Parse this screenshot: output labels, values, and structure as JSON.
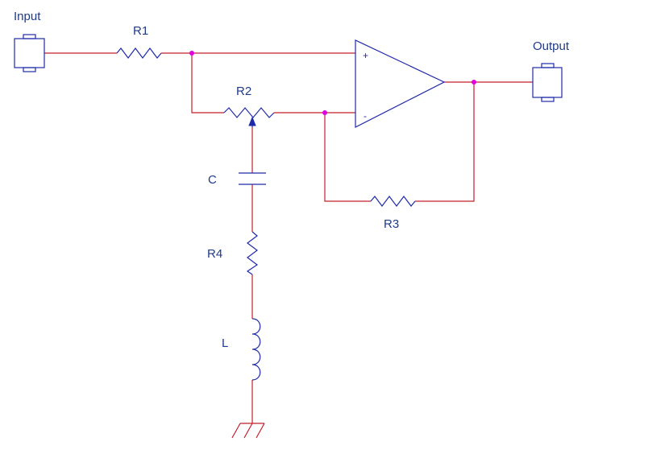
{
  "labels": {
    "input": "Input",
    "output": "Output",
    "r1": "R1",
    "r2": "R2",
    "r3": "R3",
    "r4": "R4",
    "c": "C",
    "l": "L",
    "plus": "+",
    "minus": "-"
  },
  "colors": {
    "wire": "#c41e2a",
    "component": "#1f2aa8",
    "node": "#e000e0",
    "label": "#1f3a8a"
  }
}
